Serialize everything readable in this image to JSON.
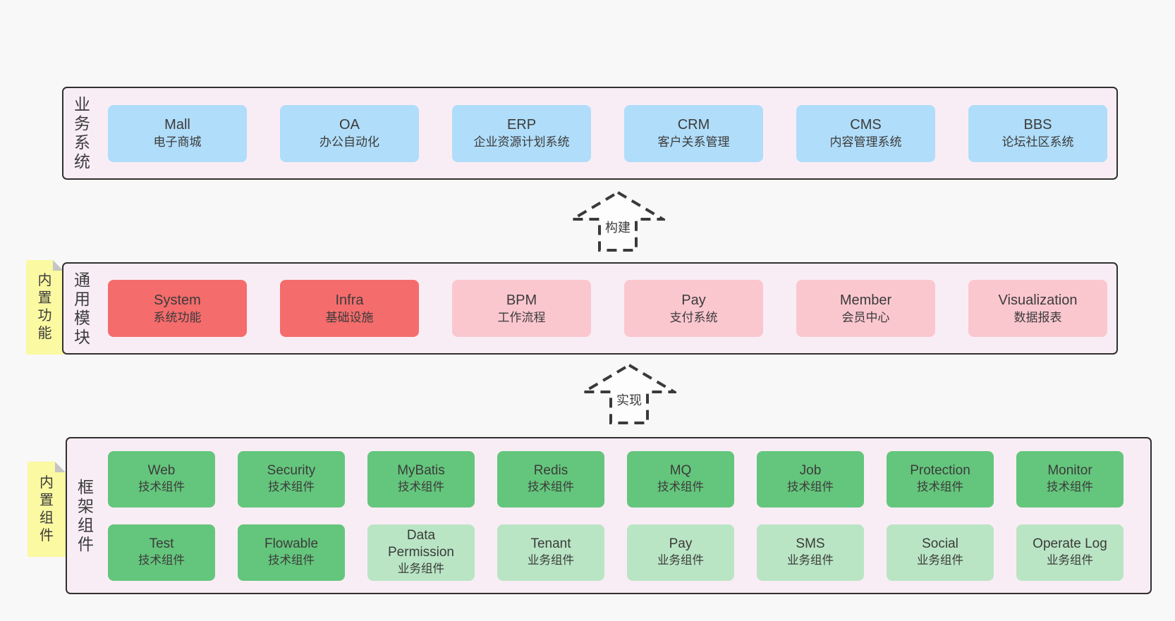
{
  "diagram": {
    "layers": [
      {
        "label": "业务系统",
        "boxes": [
          {
            "name": "Mall",
            "desc": "电子商城"
          },
          {
            "name": "OA",
            "desc": "办公自动化"
          },
          {
            "name": "ERP",
            "desc": "企业资源计划系统"
          },
          {
            "name": "CRM",
            "desc": "客户关系管理"
          },
          {
            "name": "CMS",
            "desc": "内容管理系统"
          },
          {
            "name": "BBS",
            "desc": "论坛社区系统"
          }
        ]
      },
      {
        "label": "通用模块",
        "tag": "内置功能",
        "boxes": [
          {
            "name": "System",
            "desc": "系统功能"
          },
          {
            "name": "Infra",
            "desc": "基础设施"
          },
          {
            "name": "BPM",
            "desc": "工作流程"
          },
          {
            "name": "Pay",
            "desc": "支付系统"
          },
          {
            "name": "Member",
            "desc": "会员中心"
          },
          {
            "name": "Visualization",
            "desc": "数据报表"
          }
        ]
      },
      {
        "label": "框架组件",
        "tag": "内置组件",
        "rows": [
          [
            {
              "name": "Web",
              "desc": "技术组件"
            },
            {
              "name": "Security",
              "desc": "技术组件"
            },
            {
              "name": "MyBatis",
              "desc": "技术组件"
            },
            {
              "name": "Redis",
              "desc": "技术组件"
            },
            {
              "name": "MQ",
              "desc": "技术组件"
            },
            {
              "name": "Job",
              "desc": "技术组件"
            },
            {
              "name": "Protection",
              "desc": "技术组件"
            },
            {
              "name": "Monitor",
              "desc": "技术组件"
            }
          ],
          [
            {
              "name": "Test",
              "desc": "技术组件"
            },
            {
              "name": "Flowable",
              "desc": "技术组件"
            },
            {
              "name": "Data Permission",
              "desc": "业务组件"
            },
            {
              "name": "Tenant",
              "desc": "业务组件"
            },
            {
              "name": "Pay",
              "desc": "业务组件"
            },
            {
              "name": "SMS",
              "desc": "业务组件"
            },
            {
              "name": "Social",
              "desc": "业务组件"
            },
            {
              "name": "Operate Log",
              "desc": "业务组件"
            }
          ]
        ]
      }
    ],
    "arrows": [
      {
        "label": "构建"
      },
      {
        "label": "实现"
      }
    ],
    "colors": {
      "page_background": "#f8f8f8",
      "layer_background": "#f9edf5",
      "layer_border": "#30302e",
      "blue_box": "#b0ddf9",
      "red_box": "#f56c6c",
      "pink_box": "#fbc7cf",
      "green_box": "#64c67c",
      "light_green_box": "#b9e5c4",
      "sticky_note": "#fbf9a1",
      "note_fold": "#c5c5c5",
      "text": "#3b3b3b"
    }
  }
}
